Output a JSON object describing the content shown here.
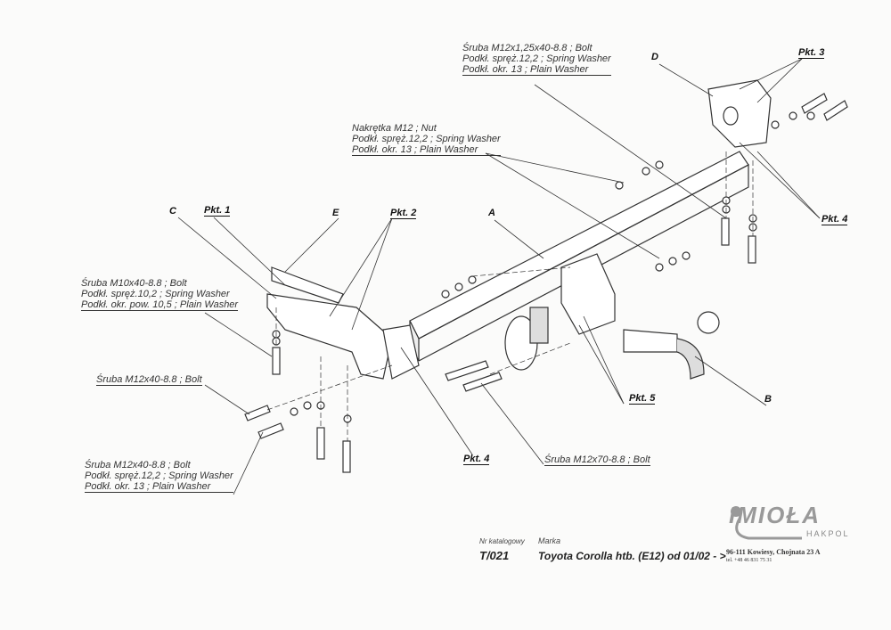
{
  "labels": {
    "top_bolt": [
      "Śruba M12x1,25x40-8.8 ;  Bolt",
      "Podkł. spręż.12,2 ; Spring Washer",
      "Podkł. okr. 13 ; Plain Washer"
    ],
    "nut": [
      "Nakrętka M12 ; Nut",
      "Podkł. spręż.12,2 ; Spring Washer",
      "Podkł. okr. 13 ; Plain Washer"
    ],
    "m10": [
      "Śruba M10x40-8.8 ;  Bolt",
      "Podkł. spręż.10,2 ; Spring Washer",
      "Podkł. okr. pow. 10,5 ; Plain Washer"
    ],
    "m12x40": "Śruba M12x40-8.8 ;  Bolt",
    "m12x40_set": [
      "Śruba M12x40-8.8 ;  Bolt",
      "Podkł. spręż.12,2 ; Spring Washer",
      "Podkł. okr. 13 ; Plain Washer"
    ],
    "m12x70": "Śruba M12x70-8.8 ;  Bolt"
  },
  "tags": {
    "A": "A",
    "B": "B",
    "C": "C",
    "D": "D",
    "E": "E",
    "pkt1": "Pkt. 1",
    "pkt2": "Pkt. 2",
    "pkt3": "Pkt. 3",
    "pkt4": "Pkt. 4",
    "pkt5": "Pkt. 5"
  },
  "footer": {
    "catalog_label": "Nr katalogowy",
    "catalog_number": "T/021",
    "brand_label": "Marka",
    "vehicle": "Toyota Corolla htb. (E12)  od  01/02 - >",
    "address": "96-111 Kowiesy, Chojnata 23 A",
    "phone": "tel. +48 46 831 75 31",
    "logo": "IMIOŁA",
    "logo_sub": "HAKPOL"
  }
}
